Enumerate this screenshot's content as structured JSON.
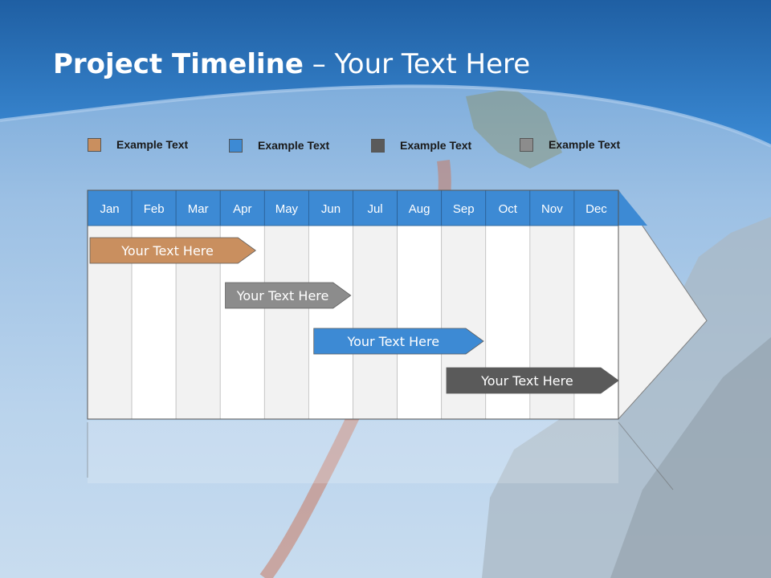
{
  "title": {
    "bold": "Project Timeline",
    "rest": " – Your Text Here"
  },
  "legend": [
    {
      "label": "Example Text",
      "color": "#c98f5f"
    },
    {
      "label": "Example Text",
      "color": "#3d8ad4"
    },
    {
      "label": "Example Text",
      "color": "#5a5a5a"
    },
    {
      "label": "Example Text",
      "color": "#8c8c8c"
    }
  ],
  "months": [
    "Jan",
    "Feb",
    "Mar",
    "Apr",
    "May",
    "Jun",
    "Jul",
    "Aug",
    "Sep",
    "Oct",
    "Nov",
    "Dec"
  ],
  "colors": {
    "header": "#3d8ad4",
    "panel_light": "#f2f2f2",
    "panel_white": "#ffffff",
    "grid": "#bfbfbf"
  },
  "tasks": [
    {
      "label": "Your  Text Here",
      "start": 0,
      "end": 3.8,
      "color": "#c98f5f"
    },
    {
      "label": "Your  Text Here",
      "start": 3.06,
      "end": 5.95,
      "color": "#8c8c8c"
    },
    {
      "label": "Your  Text Here",
      "start": 5.06,
      "end": 8.95,
      "color": "#3d8ad4"
    },
    {
      "label": "Your  Text Here",
      "start": 8.06,
      "end": 12,
      "color": "#5a5a5a"
    }
  ]
}
